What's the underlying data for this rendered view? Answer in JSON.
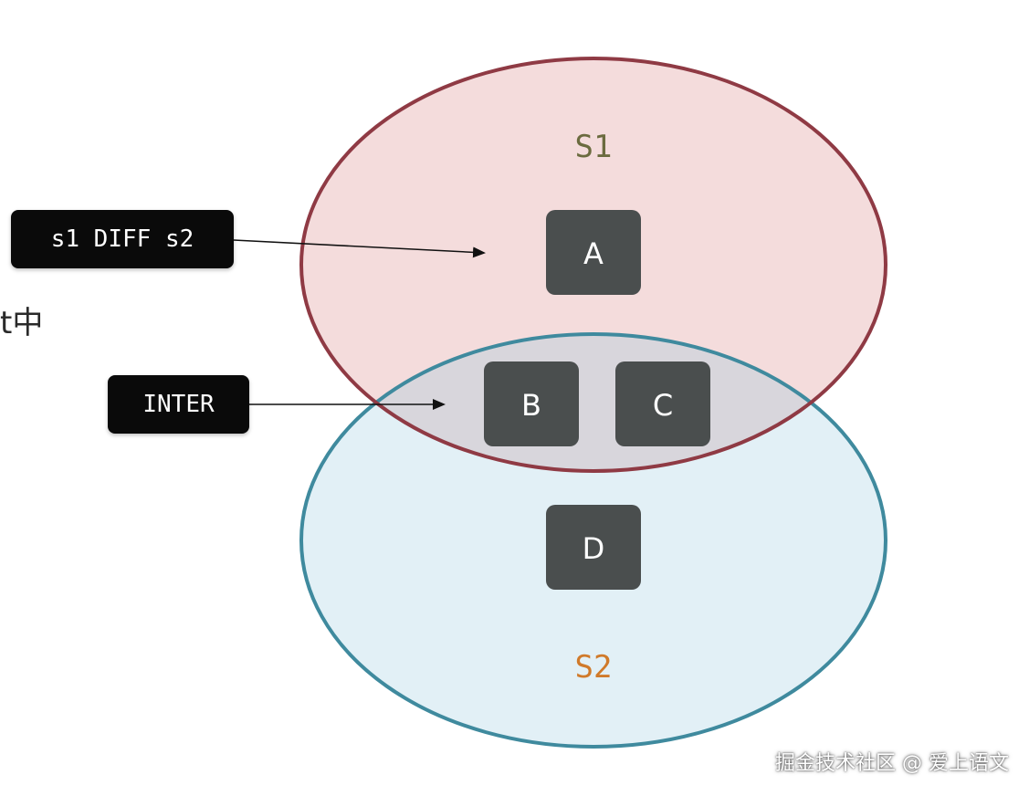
{
  "sets": [
    {
      "id": "s1",
      "label": "S1",
      "label_color": "#6b6b3f",
      "fill": "#f4dcdc",
      "stroke": "#8f3a44"
    },
    {
      "id": "s2",
      "label": "S2",
      "label_color": "#d07a2a",
      "fill": "#e2f0f6",
      "stroke": "#3f8a9e"
    }
  ],
  "overlap_fill": "#d8d6dc",
  "items": [
    {
      "id": "a",
      "label": "A",
      "region": "s1-only"
    },
    {
      "id": "b",
      "label": "B",
      "region": "s1-and-s2"
    },
    {
      "id": "c",
      "label": "C",
      "region": "s1-and-s2"
    },
    {
      "id": "d",
      "label": "D",
      "region": "s2-only"
    }
  ],
  "callouts": [
    {
      "id": "diff",
      "text": "s1 DIFF s2",
      "points_to": "s1-only"
    },
    {
      "id": "inter",
      "text": "INTER",
      "points_to": "s1-and-s2"
    }
  ],
  "side_fragment": "t中",
  "watermark": "掘金技术社区 @ 爱上语文"
}
